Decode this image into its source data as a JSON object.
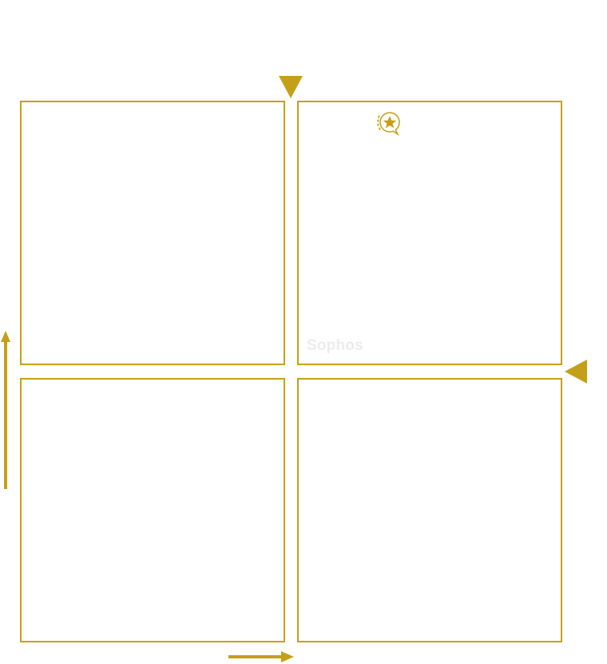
{
  "theme": {
    "accent": "#c4a018",
    "label_color": "#ececec"
  },
  "chart_data": {
    "type": "scatter",
    "title": "",
    "xlabel": "",
    "ylabel": "",
    "quadrants": [
      {
        "position": "top-left",
        "label": ""
      },
      {
        "position": "top-right",
        "label": ""
      },
      {
        "position": "bottom-left",
        "label": ""
      },
      {
        "position": "bottom-right",
        "label": ""
      }
    ],
    "points": [
      {
        "name": "Sophos",
        "quadrant": "top-right"
      }
    ],
    "markers": [
      {
        "name": "triangle-down-marker",
        "edge": "top"
      },
      {
        "name": "triangle-left-marker",
        "edge": "right"
      }
    ],
    "badge_icon": "award-star-icon"
  }
}
